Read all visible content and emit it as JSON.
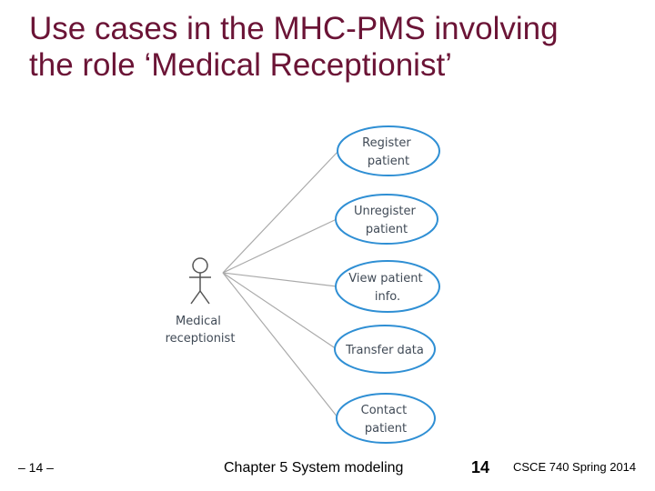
{
  "slide": {
    "title_line1": "Use cases in the MHC-PMS involving",
    "title_line2": "the role ‘Medical Receptionist’"
  },
  "diagram": {
    "actor": {
      "line1": "Medical",
      "line2": "receptionist"
    },
    "use_cases": [
      {
        "line1": "Register",
        "line2": "patient"
      },
      {
        "line1": "Unregister",
        "line2": "patient"
      },
      {
        "line1": "View patient",
        "line2": "info."
      },
      {
        "line1": "Transfer data",
        "line2": ""
      },
      {
        "line1": "Contact",
        "line2": "patient"
      }
    ],
    "colors": {
      "ellipse_fill": "#ffffff",
      "ellipse_stroke": "#2f8fd4",
      "connector": "#aaaaaa",
      "text": "#404a56"
    }
  },
  "footer": {
    "page_left": "– 14 –",
    "chapter": "Chapter 5 System modeling",
    "page_number": "14",
    "course": "CSCE 740 Spring 2014"
  }
}
